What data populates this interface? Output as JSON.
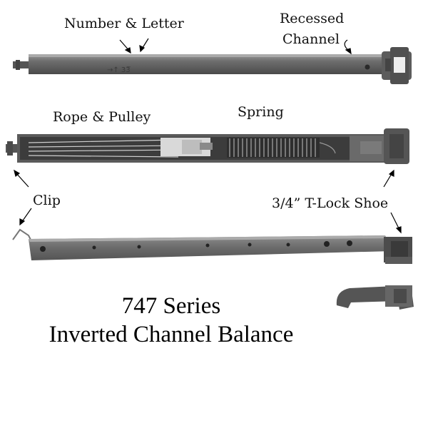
{
  "labels": {
    "number_letter": "Number & Letter",
    "recessed_line1": "Recessed",
    "recessed_line2": "Channel",
    "rope_pulley": "Rope & Pulley",
    "spring": "Spring",
    "clip": "Clip",
    "tlock_shoe": "3/4” T-Lock Shoe"
  },
  "stamp_text": "→↑ 33̅",
  "title": {
    "line1": "747 Series",
    "line2": "Inverted Channel Balance"
  }
}
